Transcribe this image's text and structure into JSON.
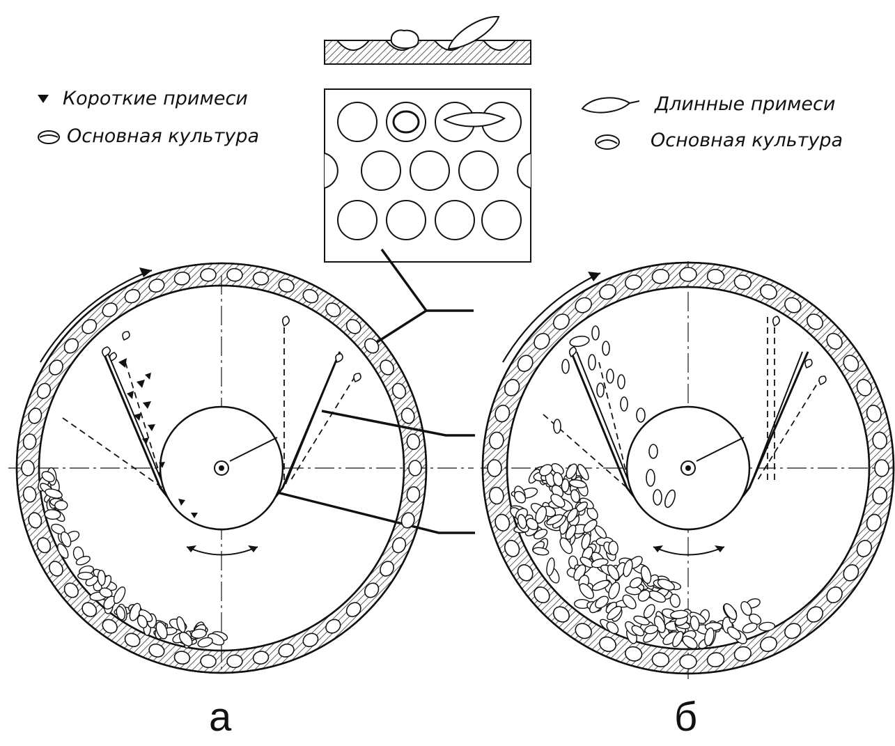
{
  "legend_left": {
    "short_impurities": "Короткие примеси",
    "main_crop": "Основная культура"
  },
  "legend_right": {
    "long_impurities": "Длинные примеси",
    "main_crop": "Основная культура"
  },
  "panels": {
    "left_label": "а",
    "right_label": "б"
  },
  "colors": {
    "ink": "#111111",
    "hatch": "#333333",
    "background": "#ffffff"
  }
}
